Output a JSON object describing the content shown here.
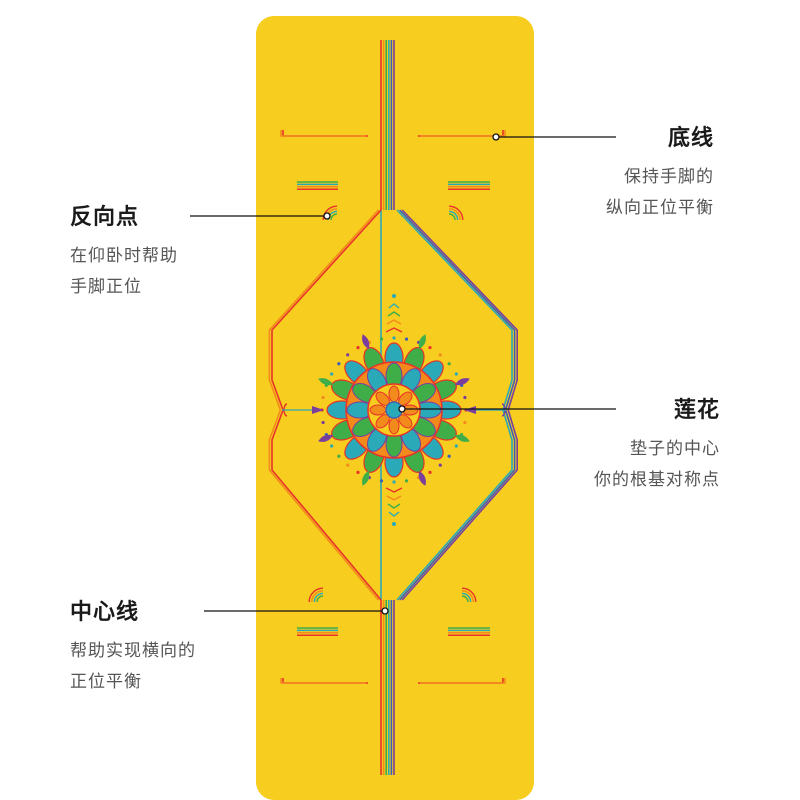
{
  "colors": {
    "mat": "#f7cd1f",
    "red": "#e8322a",
    "orange": "#f28a1c",
    "green": "#3fae49",
    "teal": "#2aa9b8",
    "blue": "#3a5fb8",
    "purple": "#7a3f9d",
    "leader": "#111111"
  },
  "callouts": {
    "bottom_line": {
      "title": "底线",
      "desc": [
        "保持手脚的",
        "纵向正位平衡"
      ]
    },
    "reverse_point": {
      "title": "反向点",
      "desc": [
        "在仰卧时帮助",
        "手脚正位"
      ]
    },
    "lotus": {
      "title": "莲花",
      "desc": [
        "垫子的中心",
        "你的根基对称点"
      ]
    },
    "center_line": {
      "title": "中心线",
      "desc": [
        "帮助实现横向的",
        "正位平衡"
      ]
    }
  }
}
